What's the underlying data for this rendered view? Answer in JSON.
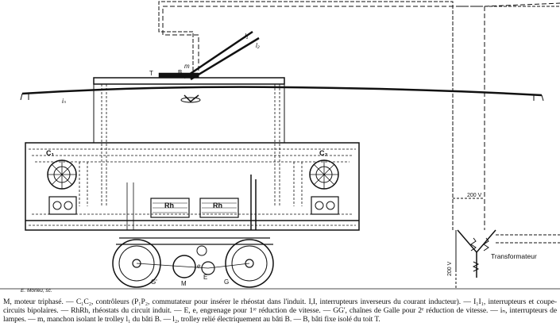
{
  "labels": {
    "t": "T",
    "b": "B",
    "m": "m",
    "l1": "l₁",
    "l2": "l₂",
    "in": "iₙ",
    "c1": "C₁",
    "c2": "C₂",
    "rh_left": "Rh",
    "rh_right": "Rh",
    "voltage_top": "200 V",
    "voltage_side": "200 V",
    "transformer": "Transformateur",
    "g_prime": "G'",
    "m_motor": "M",
    "e": "E",
    "e_small": "e",
    "g": "G",
    "engraver": "E. Morieu, sc."
  },
  "caption": {
    "line1": "M, moteur triphasé. — C₁C₂, contrôleurs (P₁P₂, commutateur pour insérer le rhéostat dans l'induit. I,I, interrupteurs inverseurs du courant inducteur). —",
    "line2": "I₁I₁, interrupteurs et coupe-circuits bipolaires. — RhRh, rhéostats du circuit induit. — E, e, engrenage pour 1ʳᵉ réduction de vitesse. — GG', chaînes",
    "line3": "de Galle pour 2ᵉ réduction de vitesse. — iₙ, interrupteurs de lampes. — m, manchon isolant le trolley l₁ du bâti B. — l₂, trolley relié électriquement",
    "line4": "au bâti B. — B, bâti fixe isolé du toit T."
  }
}
